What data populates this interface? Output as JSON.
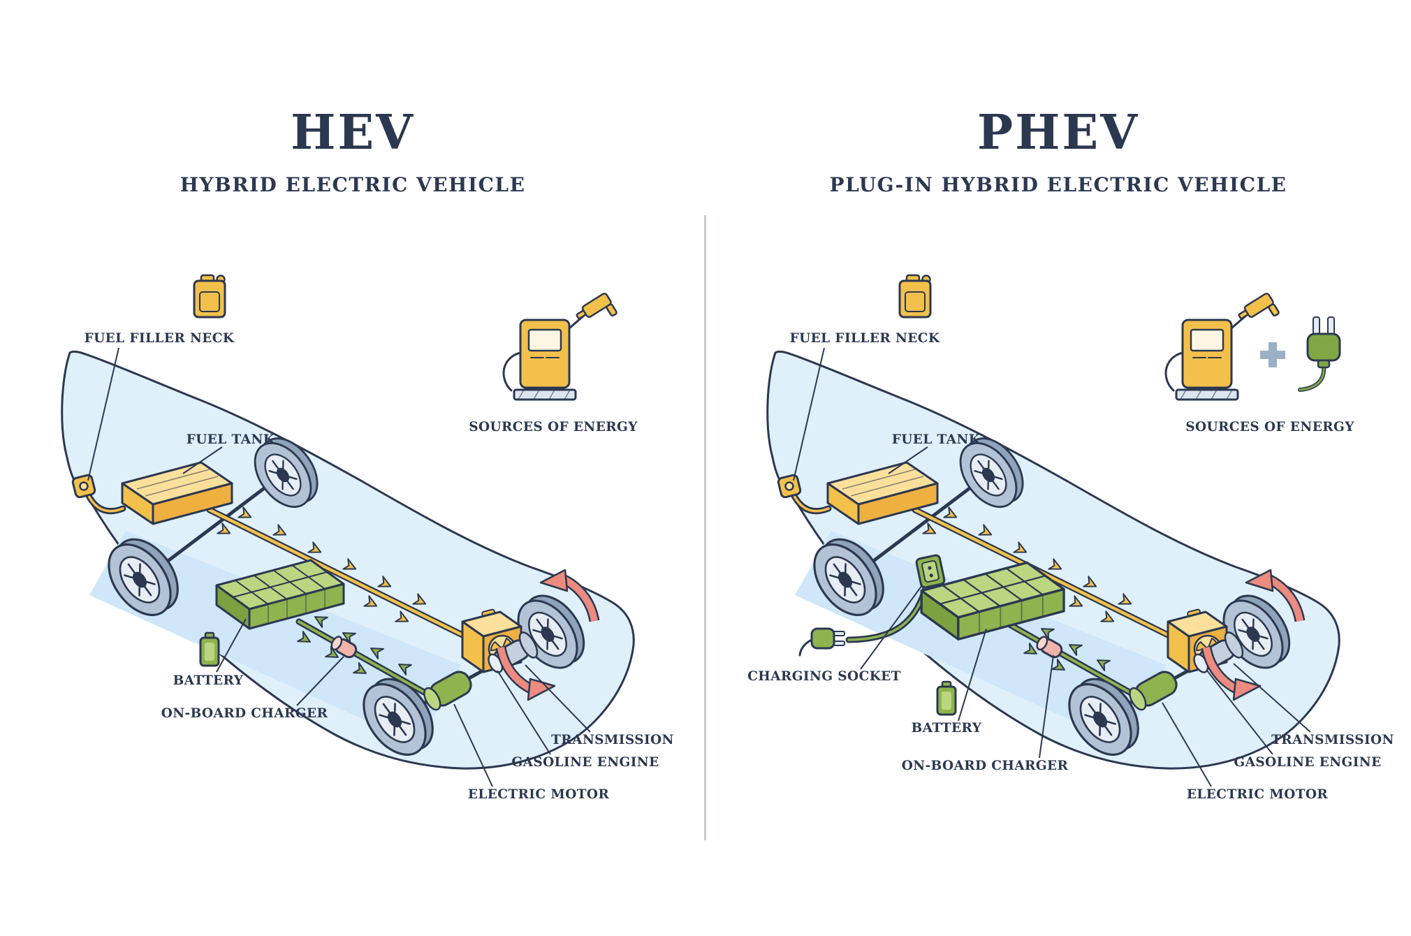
{
  "panels": [
    {
      "id": "hev",
      "title": "HEV",
      "subtitle": "HYBRID ELECTRIC VEHICLE",
      "labels": {
        "fuel_filler_neck": "FUEL FILLER NECK",
        "fuel_tank": "FUEL TANK",
        "sources_of_energy": "SOURCES OF ENERGY",
        "battery": "BATTERY",
        "on_board_charger": "ON-BOARD CHARGER",
        "electric_motor": "ELECTRIC MOTOR",
        "gasoline_engine": "GASOLINE ENGINE",
        "transmission": "TRANSMISSION"
      },
      "energy_sources": [
        "fuel-pump"
      ]
    },
    {
      "id": "phev",
      "title": "PHEV",
      "subtitle": "PLUG-IN HYBRID ELECTRIC VEHICLE",
      "labels": {
        "fuel_filler_neck": "FUEL FILLER NECK",
        "fuel_tank": "FUEL TANK",
        "sources_of_energy": "SOURCES OF ENERGY",
        "charging_socket": "CHARGING SOCKET",
        "battery": "BATTERY",
        "on_board_charger": "ON-BOARD CHARGER",
        "electric_motor": "ELECTRIC MOTOR",
        "gasoline_engine": "GASOLINE ENGINE",
        "transmission": "TRANSMISSION"
      },
      "energy_sources": [
        "fuel-pump",
        "plus",
        "electric-plug"
      ]
    }
  ],
  "colors": {
    "outline_navy": "#2c3850",
    "body_blue": "#e0f0fb",
    "floor_blue": "#cfe7f8",
    "fuel_yellow": "#f3c14b",
    "fuel_yellow_light": "#fbe09c",
    "electric_green": "#8fb34e",
    "electric_green_light": "#bad680",
    "wheel_gray": "#b3c2d4",
    "rotation_red": "#ec8b80",
    "divider_gray": "#c6cbd4"
  }
}
